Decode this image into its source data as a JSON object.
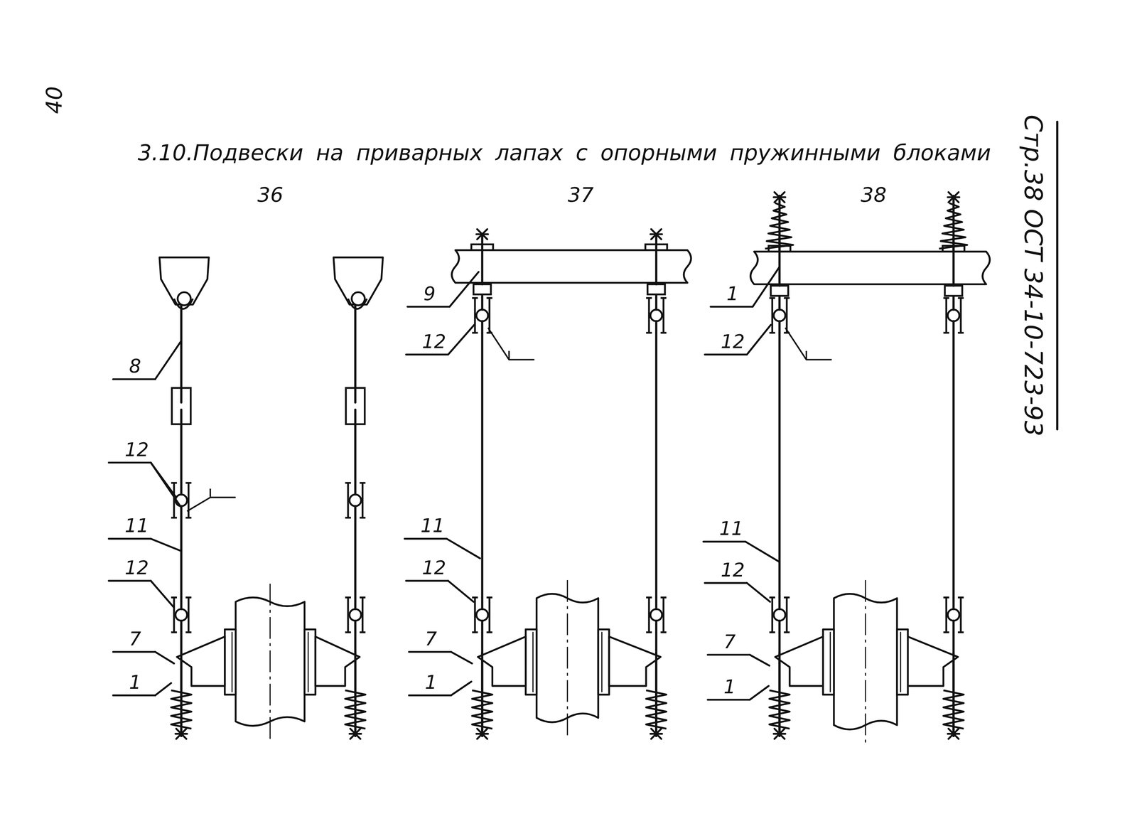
{
  "diagram": {
    "title": "3.10.Подвески на приварных лапах с опорными пружинными блоками",
    "labels": [
      "40",
      "36",
      "37",
      "38",
      "Стр.38 ОСТ 34-10-723-93",
      "8",
      "12",
      "11",
      "12",
      "7",
      "1",
      "9",
      "12",
      "11",
      "12",
      "7",
      "1",
      "1",
      "12",
      "11",
      "12",
      "7",
      "1"
    ]
  }
}
